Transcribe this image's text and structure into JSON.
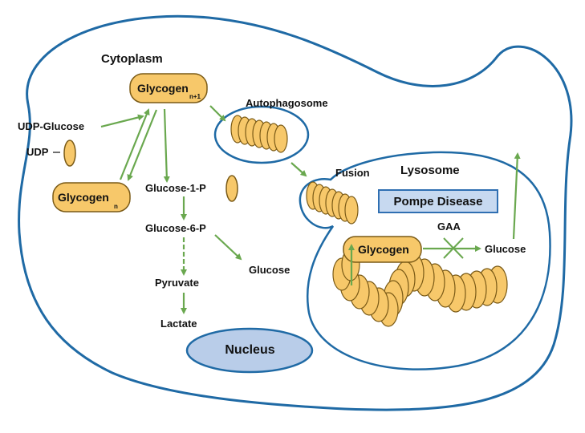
{
  "labels": {
    "cytoplasm": "Cytoplasm",
    "glycogen_n1": "Glycogen",
    "glycogen_n1_sub": "n+1",
    "udp_glucose": "UDP-Glucose",
    "udp": "UDP",
    "glycogen_n": "Glycogen",
    "glycogen_n_sub": "n",
    "glucose_1p": "Glucose-1-P",
    "glucose_6p": "Glucose-6-P",
    "glucose_cyto": "Glucose",
    "pyruvate": "Pyruvate",
    "lactate": "Lactate",
    "nucleus": "Nucleus",
    "autophagosome": "Autophagosome",
    "fusion": "Fusion",
    "lysosome": "Lysosome",
    "pompe_disease": "Pompe Disease",
    "gaa": "GAA",
    "glycogen_lyso": "Glycogen",
    "glucose_lyso": "Glucose"
  },
  "colors": {
    "membrane": "#1f6aa5",
    "arrow": "#6aa84f",
    "glycogen_fill": "#f7c86a",
    "glycogen_stroke": "#7a5a16",
    "nucleus_fill": "#b9cde9",
    "pompe_fill": "#c7d9f0"
  }
}
